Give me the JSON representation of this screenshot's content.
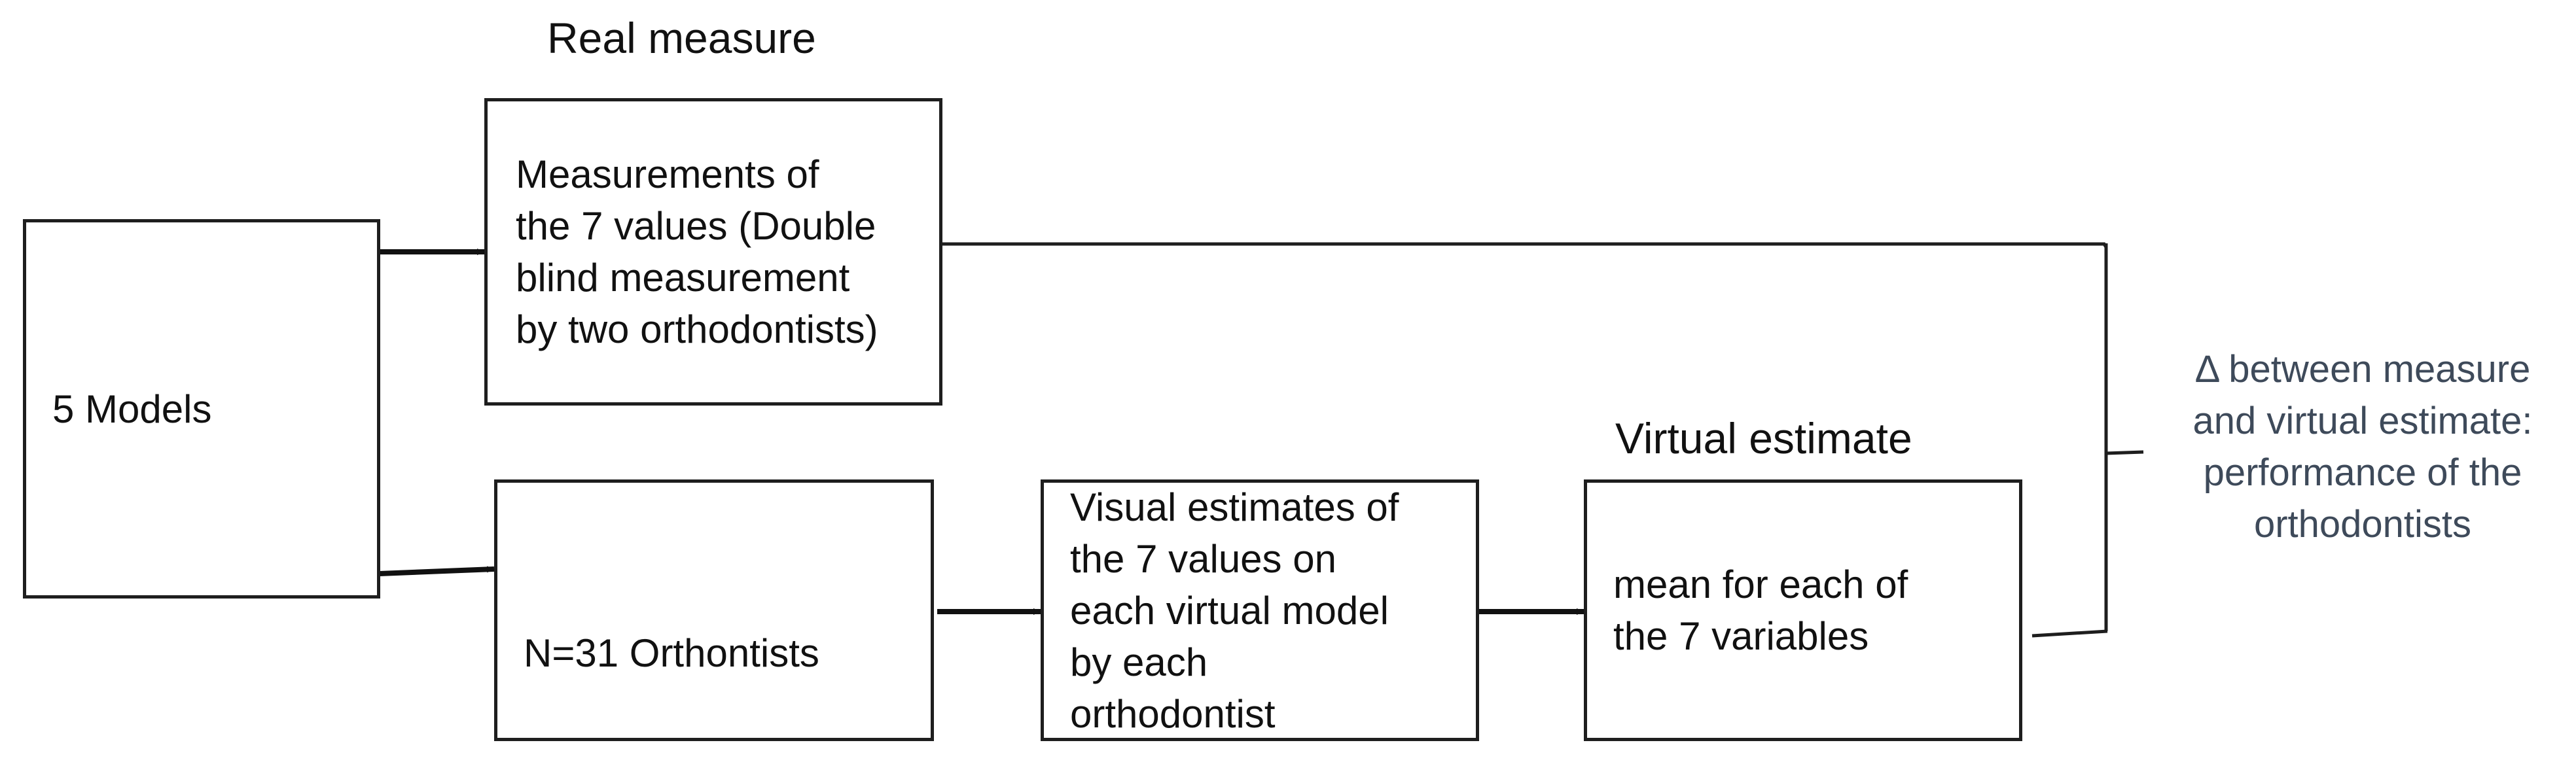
{
  "diagram": {
    "nodes": {
      "models": {
        "label": "5 Models"
      },
      "real_measurements": {
        "heading": "Real measure",
        "label": "Measurements of\nthe 7 values (Double\nblind measurement\nby two orthodontists)"
      },
      "orthodontists": {
        "label": "N=31 Orthontists"
      },
      "visual_estimates": {
        "label": "Visual estimates of\nthe 7 values on\neach virtual model\nby each\northodontist"
      },
      "mean_variables": {
        "heading": "Virtual estimate",
        "label": "mean for each of\nthe 7 variables"
      }
    },
    "result": {
      "label": "Δ between measure\nand virtual estimate:\nperformance of the\northodontists"
    },
    "colors": {
      "stroke": "#1e1e1e",
      "text": "#111111",
      "result_text": "#3e4a5a"
    }
  }
}
